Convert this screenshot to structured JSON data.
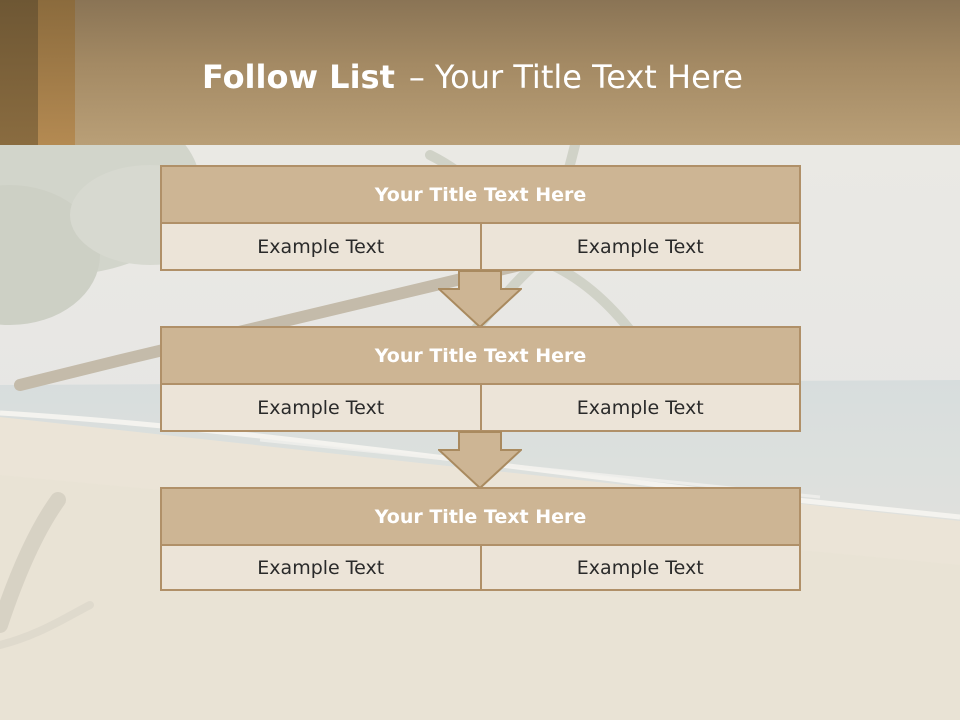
{
  "slide": {
    "title_bold": "Follow List",
    "title_dash": "–",
    "title_rest": "Your Title Text Here"
  },
  "steps": [
    {
      "title": "Your Title Text Here",
      "left": "Example Text",
      "right": "Example Text"
    },
    {
      "title": "Your Title Text Here",
      "left": "Example Text",
      "right": "Example Text"
    },
    {
      "title": "Your Title Text Here",
      "left": "Example Text",
      "right": "Example Text"
    }
  ],
  "colors": {
    "header": "#a48a64",
    "accent_gold": "#b48a52",
    "box_header": "#cdb594",
    "box_body": "#ece4d8",
    "border": "#b09068"
  }
}
